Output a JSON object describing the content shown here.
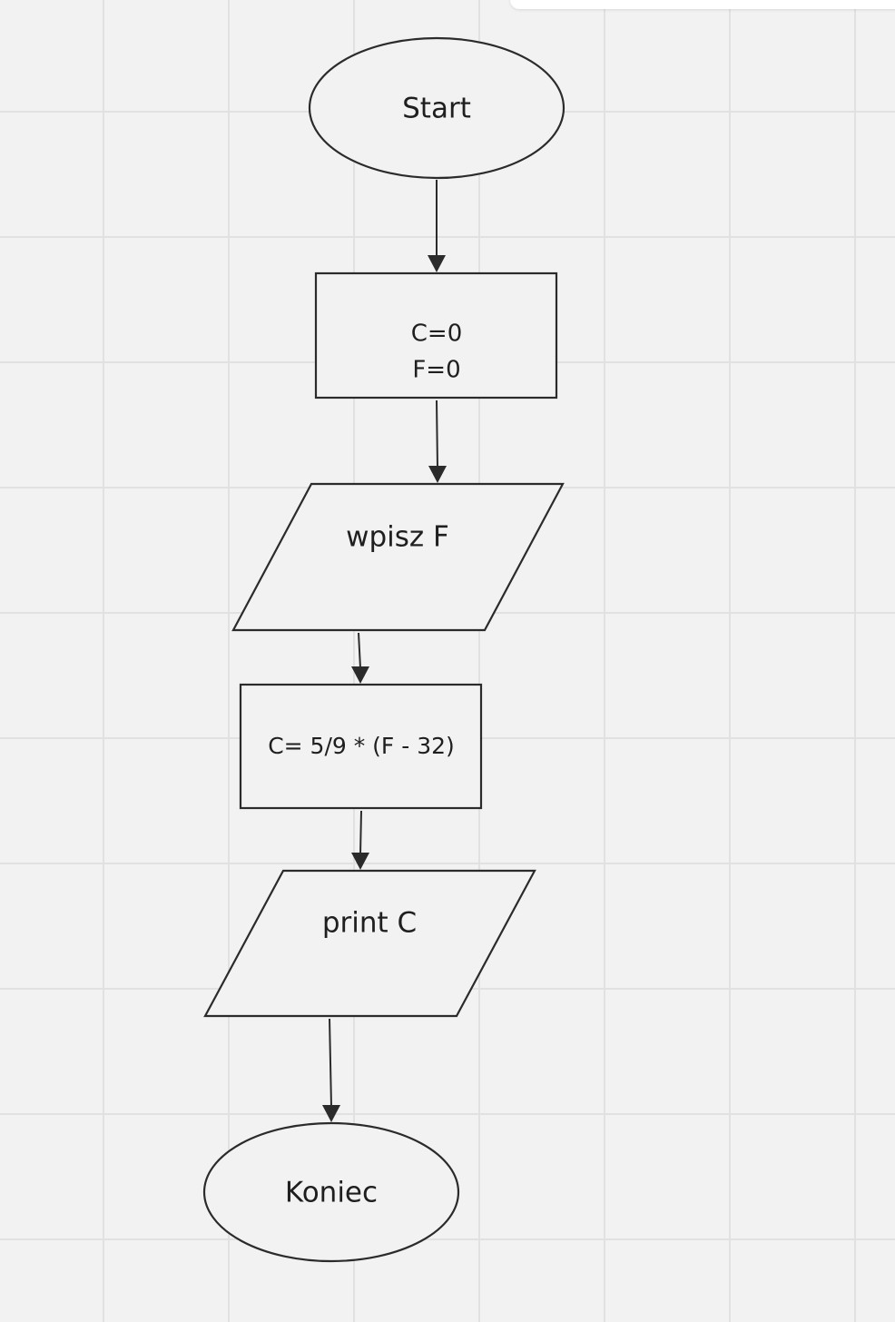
{
  "flowchart": {
    "nodes": [
      {
        "id": "start",
        "shape": "terminal",
        "lines": [
          "Start"
        ]
      },
      {
        "id": "init",
        "shape": "process",
        "lines": [
          "C=0",
          "F=0"
        ]
      },
      {
        "id": "input",
        "shape": "io",
        "lines": [
          "wpisz F"
        ]
      },
      {
        "id": "compute",
        "shape": "process",
        "lines": [
          "C= 5/9 * (F - 32)"
        ]
      },
      {
        "id": "output",
        "shape": "io",
        "lines": [
          "print C"
        ]
      },
      {
        "id": "end",
        "shape": "terminal",
        "lines": [
          "Koniec"
        ]
      }
    ],
    "edges": [
      {
        "from": "start",
        "to": "init"
      },
      {
        "from": "init",
        "to": "input"
      },
      {
        "from": "input",
        "to": "compute"
      },
      {
        "from": "compute",
        "to": "output"
      },
      {
        "from": "output",
        "to": "end"
      }
    ]
  }
}
